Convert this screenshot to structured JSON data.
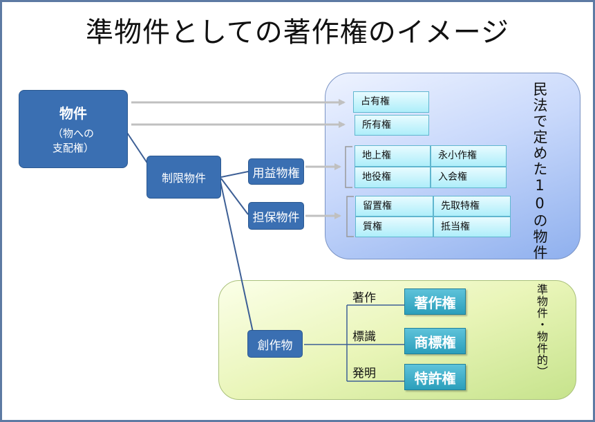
{
  "title": "準物件としての著作権のイメージ",
  "nodes": {
    "bukken_main": "物件",
    "bukken_sub1": "（物への",
    "bukken_sub2": "支配権）",
    "seigen": "制限物件",
    "youeki": "用益物権",
    "tanpo": "担保物件",
    "sosaku": "創作物"
  },
  "blue_panel": {
    "caption": "民法で定めた10の物件",
    "rights": {
      "senyu": "占有権",
      "shoyu": "所有権",
      "chijo": "地上権",
      "eikosaku": "永小作権",
      "chieki": "地役権",
      "iriai": "入会権",
      "ryuchi": "留置権",
      "sendori": "先取特権",
      "shichi": "質権",
      "teito": "抵当権"
    }
  },
  "green_panel": {
    "caption": "準物件・物件的）",
    "items": [
      {
        "source": "著作",
        "right": "著作権"
      },
      {
        "source": "標識",
        "right": "商標権"
      },
      {
        "source": "発明",
        "right": "特許権"
      }
    ]
  },
  "colors": {
    "node_blue": "#3a6fb2",
    "connector": "#3d5f95",
    "arrow_gray": "#c0c0c0",
    "bracket_gray": "#999999",
    "ip_teal": "#2b9fbb"
  }
}
